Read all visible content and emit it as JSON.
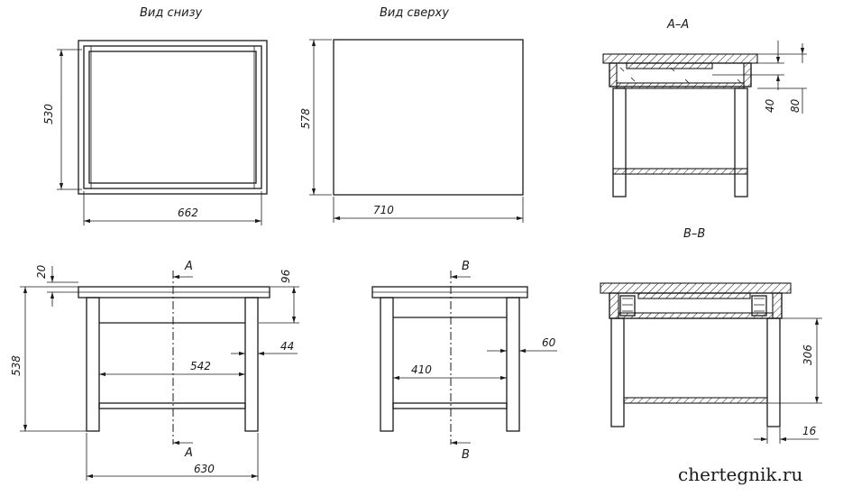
{
  "views": {
    "bottom_label": "Вид снизу",
    "top_label": "Вид сверху",
    "section_aa_label": "А–А",
    "section_bb_label": "В–В"
  },
  "cut_marks": {
    "a": "А",
    "b": "В"
  },
  "dimensions": {
    "bottom_depth": "530",
    "bottom_width": "662",
    "top_depth": "578",
    "top_width": "710",
    "front_top_thickness": "20",
    "front_height": "538",
    "front_apron": "96",
    "front_inner_width": "542",
    "front_leg": "44",
    "front_overall": "630",
    "side_leg": "60",
    "side_inner_width": "410",
    "aa_40": "40",
    "aa_80": "80",
    "bb_306": "306",
    "bb_16": "16"
  },
  "watermark": "chertegnik.ru"
}
